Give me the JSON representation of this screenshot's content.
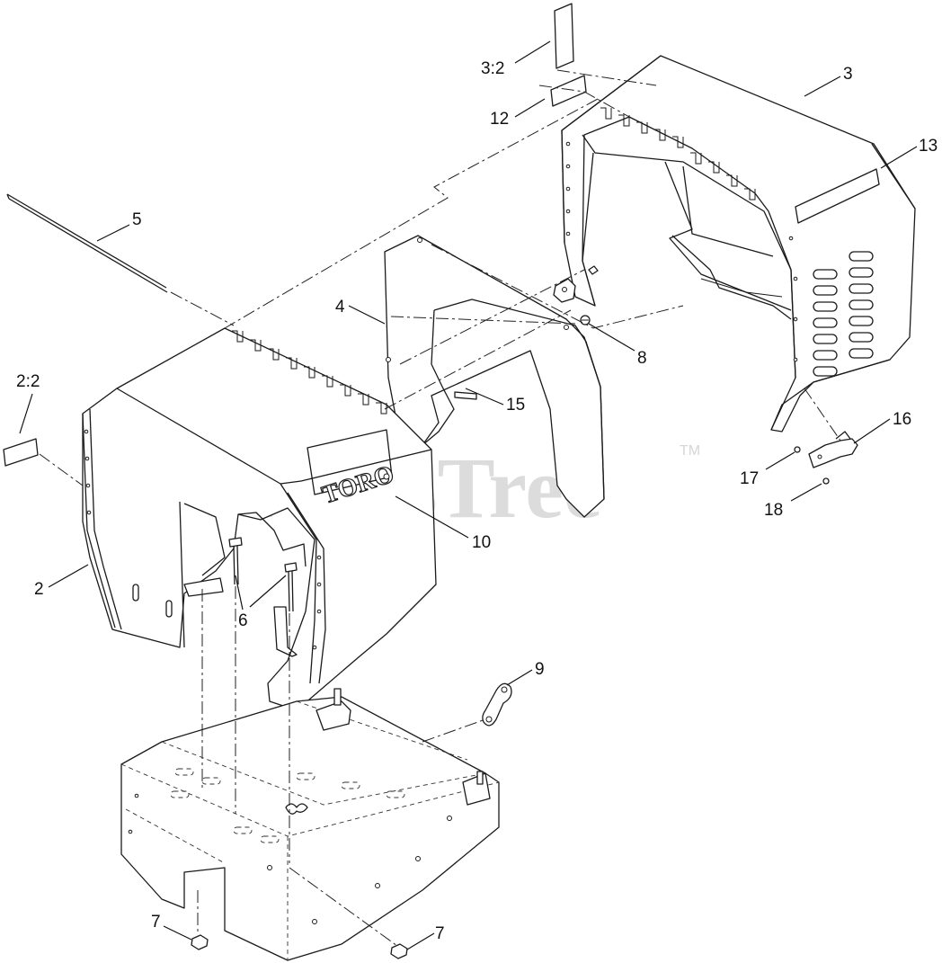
{
  "watermark": {
    "text": "PartsTree",
    "trademark": "TM"
  },
  "logo_text": "TORO",
  "callouts": {
    "c3_2": "3:2",
    "c12": "12",
    "c3": "3",
    "c13": "13",
    "c5": "5",
    "c4": "4",
    "c8": "8",
    "c15": "15",
    "c2_2": "2:2",
    "c16": "16",
    "c17": "17",
    "c18": "18",
    "c10": "10",
    "c2": "2",
    "c6": "6",
    "c9": "9",
    "c7a": "7",
    "c7b": "7"
  },
  "colors": {
    "line": "#1a1a1a",
    "watermark": "#d6d6d6",
    "background": "#ffffff"
  }
}
